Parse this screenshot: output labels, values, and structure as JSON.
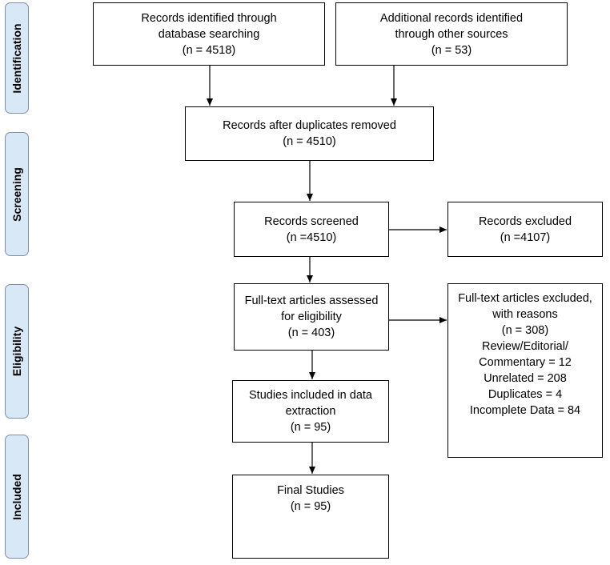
{
  "phases": {
    "identification": "Identification",
    "screening": "Screening",
    "eligibility": "Eligibility",
    "included": "Included"
  },
  "boxes": {
    "database_search": {
      "lines": [
        "Records identified through",
        "database searching",
        "(n = 4518)"
      ]
    },
    "other_sources": {
      "lines": [
        "Additional records identified",
        "through other sources",
        "(n = 53)"
      ]
    },
    "duplicates_removed": {
      "lines": [
        "Records after duplicates removed",
        "(n = 4510)"
      ]
    },
    "records_screened": {
      "lines": [
        "Records screened",
        "(n =4510)"
      ]
    },
    "records_excluded": {
      "lines": [
        "Records excluded",
        "(n =4107)"
      ]
    },
    "fulltext_assessed": {
      "lines": [
        "Full-text articles assessed",
        "for eligibility",
        "(n = 403)"
      ]
    },
    "fulltext_excluded": {
      "lines": [
        "Full-text articles excluded,",
        "with reasons",
        "(n = 308)",
        "Review/Editorial/",
        "Commentary = 12",
        "Unrelated = 208",
        "Duplicates = 4",
        "Incomplete Data = 84"
      ]
    },
    "data_extraction": {
      "lines": [
        "Studies included in data",
        "extraction",
        "(n = 95)"
      ]
    },
    "final_studies": {
      "lines": [
        "Final Studies",
        "(n = 95)"
      ]
    }
  }
}
